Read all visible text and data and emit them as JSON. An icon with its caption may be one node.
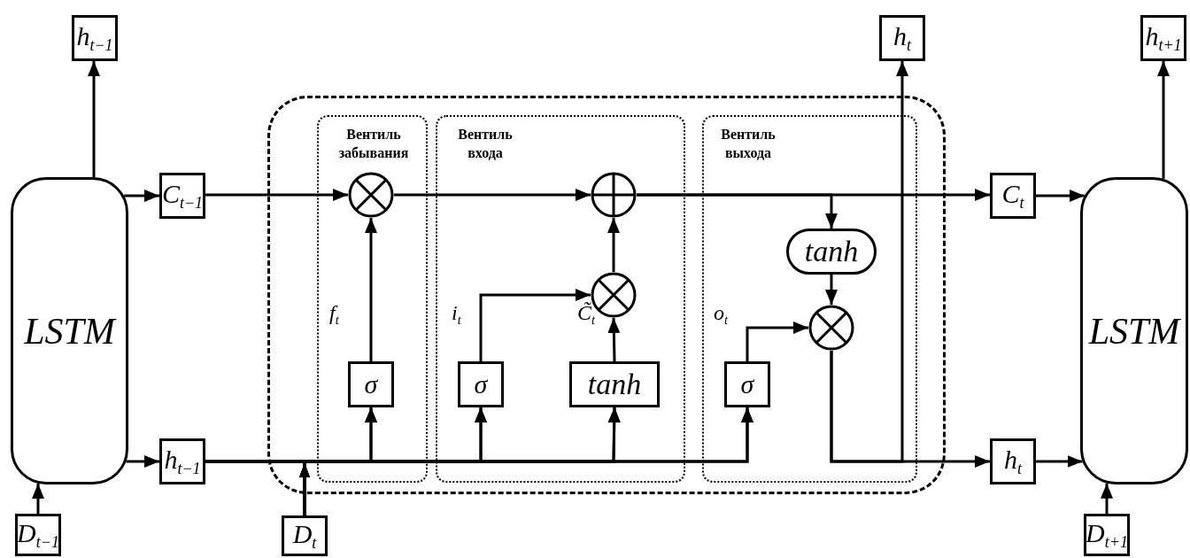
{
  "diagram": {
    "nodes": [
      {
        "text": [
          "LSTM"
        ]
      },
      {
        "text": [
          "h$_{t−1}$"
        ]
      },
      {
        "text": [
          "C$_{t−1}$"
        ]
      },
      {
        "text": [
          "h$_{t−1}$"
        ]
      },
      {
        "text": [
          "D$_{t−1}$"
        ]
      },
      {
        "text": [],
        "shape": "box"
      },
      {
        "text": [
          "Вентиль забывания"
        ],
        "in": 5
      },
      {
        "text": [
          "Вентиль входа"
        ],
        "in": 5
      },
      {
        "text": [
          "Вентиль выхода"
        ],
        "in": 5
      },
      {
        "text": [],
        "shape": "circle",
        "in": 6
      },
      {
        "text": [
          "σ"
        ],
        "in": 6
      },
      {
        "text": [],
        "shape": "circle",
        "in": 7
      },
      {
        "text": [],
        "shape": "circle",
        "in": 7
      },
      {
        "text": [
          "σ"
        ],
        "in": 7
      },
      {
        "text": [
          "tanh"
        ],
        "in": 7
      },
      {
        "text": [
          "tanh"
        ],
        "in": 8
      },
      {
        "text": [],
        "shape": "circle",
        "in": 8
      },
      {
        "text": [
          "σ"
        ],
        "in": 8
      },
      {
        "text": [
          "D$_{t}$"
        ]
      },
      {
        "text": [
          "h$_{t}$"
        ]
      },
      {
        "text": [
          "h$_{t+1}$"
        ]
      },
      {
        "text": [
          "C$_{t}$"
        ]
      },
      {
        "text": [
          "h$_{t}$"
        ]
      },
      {
        "text": [
          "LSTM"
        ]
      },
      {
        "text": [
          "D$_{t+1}$"
        ]
      }
    ],
    "edges": [
      {
        "from": 0,
        "to": 1,
        "arrow": "to"
      },
      {
        "from": 0,
        "to": 2,
        "arrow": "to"
      },
      {
        "from": 0,
        "to": 3,
        "arrow": "to"
      },
      {
        "from": 4,
        "to": 0,
        "arrow": "to"
      },
      {
        "from": 2,
        "to": 9,
        "arrow": "to"
      },
      {
        "from": 10,
        "to": 9,
        "arrow": "to"
      },
      {
        "from": 9,
        "to": 11,
        "arrow": "to"
      },
      {
        "from": 12,
        "to": 11,
        "arrow": "to"
      },
      {
        "from": 13,
        "to": 12,
        "arrow": "to"
      },
      {
        "from": 14,
        "to": 12,
        "arrow": "to"
      },
      {
        "from": 3,
        "to": 10,
        "arrow": "to"
      },
      {
        "from": 3,
        "to": 13,
        "arrow": "to"
      },
      {
        "from": 3,
        "to": 14,
        "arrow": "to"
      },
      {
        "from": 3,
        "to": 17,
        "arrow": "to"
      },
      {
        "from": 18,
        "to": 10,
        "arrow": "to"
      },
      {
        "from": 18,
        "to": 13,
        "arrow": "to"
      },
      {
        "from": 18,
        "to": 14,
        "arrow": "to"
      },
      {
        "from": 18,
        "to": 17,
        "arrow": "to"
      },
      {
        "from": 17,
        "to": 16,
        "arrow": "to"
      },
      {
        "from": 11,
        "to": 21,
        "arrow": "to"
      },
      {
        "from": 11,
        "to": 15,
        "arrow": "to"
      },
      {
        "from": 15,
        "to": 16,
        "arrow": "to"
      },
      {
        "from": 16,
        "to": 22,
        "arrow": "to"
      },
      {
        "from": 16,
        "to": 19,
        "arrow": "to"
      },
      {
        "from": 21,
        "to": 23,
        "arrow": "to"
      },
      {
        "from": 22,
        "to": 23,
        "arrow": "to"
      },
      {
        "from": 23,
        "to": 20,
        "arrow": "to"
      },
      {
        "from": 24,
        "to": 23,
        "arrow": "to"
      }
    ],
    "labels": [
      "f$_{t}$",
      "i$_{t}$",
      "C̃$_{t}$",
      "o$_{t}$"
    ]
  }
}
